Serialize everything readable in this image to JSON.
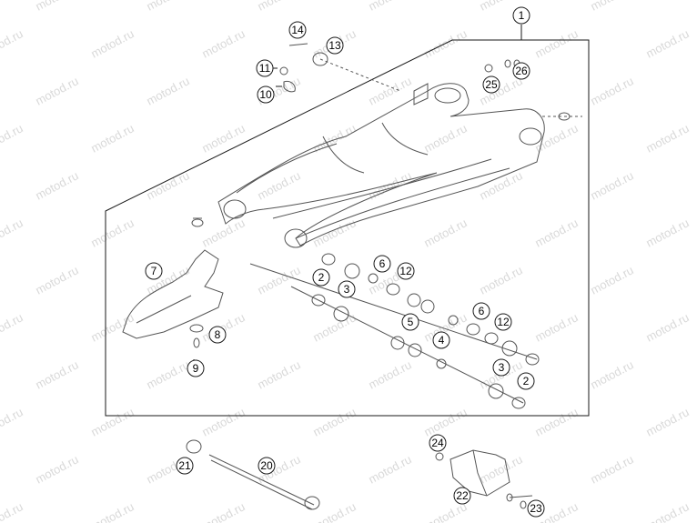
{
  "watermark": "motod.ru",
  "callouts": [
    {
      "id": "c1",
      "label": "1"
    },
    {
      "id": "c14",
      "label": "14"
    },
    {
      "id": "c13",
      "label": "13"
    },
    {
      "id": "c11",
      "label": "11"
    },
    {
      "id": "c10",
      "label": "10"
    },
    {
      "id": "c26",
      "label": "26"
    },
    {
      "id": "c25",
      "label": "25"
    },
    {
      "id": "c7",
      "label": "7"
    },
    {
      "id": "c2a",
      "label": "2"
    },
    {
      "id": "c3a",
      "label": "3"
    },
    {
      "id": "c6a",
      "label": "6"
    },
    {
      "id": "c12a",
      "label": "12"
    },
    {
      "id": "c5",
      "label": "5"
    },
    {
      "id": "c6b",
      "label": "6"
    },
    {
      "id": "c12b",
      "label": "12"
    },
    {
      "id": "c4",
      "label": "4"
    },
    {
      "id": "c8",
      "label": "8"
    },
    {
      "id": "c9",
      "label": "9"
    },
    {
      "id": "c3b",
      "label": "3"
    },
    {
      "id": "c2b",
      "label": "2"
    },
    {
      "id": "c24",
      "label": "24"
    },
    {
      "id": "c21",
      "label": "21"
    },
    {
      "id": "c20",
      "label": "20"
    },
    {
      "id": "c22",
      "label": "22"
    },
    {
      "id": "c23",
      "label": "23"
    }
  ],
  "colors": {
    "line": "#1a1a1a",
    "part": "#555555",
    "watermark": "#d9d9d9"
  }
}
